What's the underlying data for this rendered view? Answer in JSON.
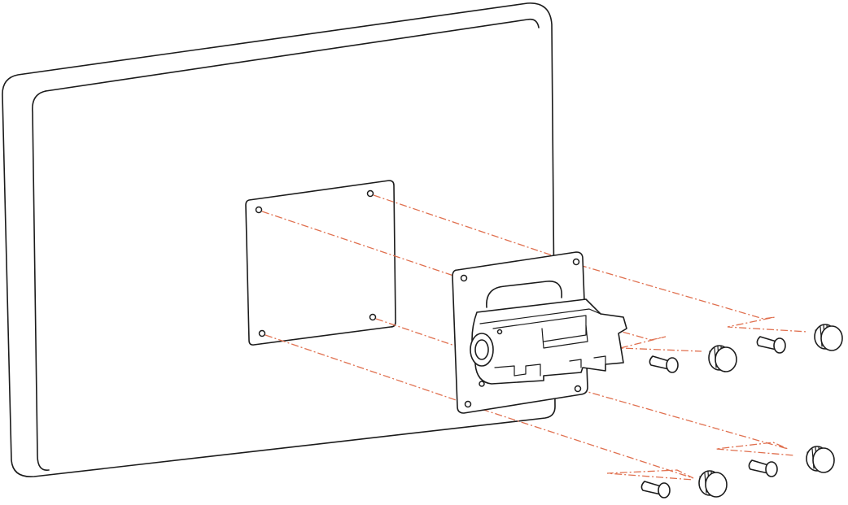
{
  "diagram": {
    "kind": "vesa-mount-exploded-view",
    "guide_color": "#e0704f",
    "ink_color": "#1b1b1b",
    "background": "#ffffff",
    "parts": [
      {
        "name": "monitor-back",
        "label": ""
      },
      {
        "name": "vesa-mounting-pad",
        "holes": 4
      },
      {
        "name": "mounting-bracket",
        "holes": 6
      },
      {
        "name": "screw",
        "count": 4
      },
      {
        "name": "thumb-knob",
        "count": 4
      }
    ]
  }
}
